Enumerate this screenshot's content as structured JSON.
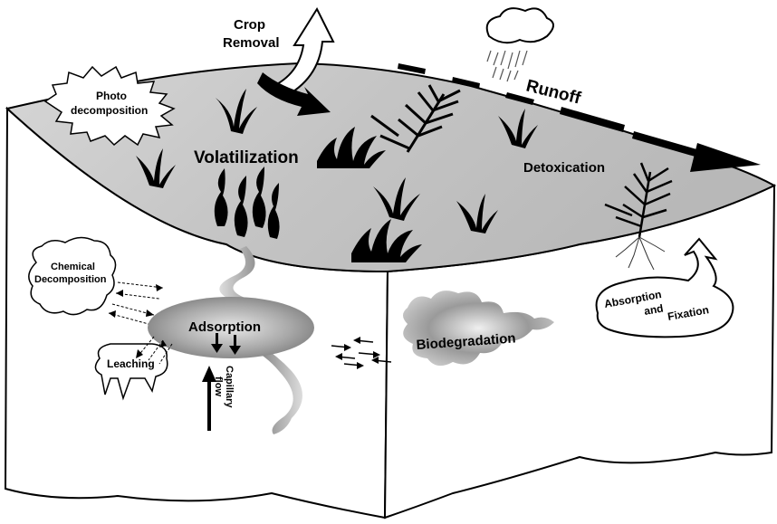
{
  "diagram": {
    "labels": {
      "crop_removal_line1": "Crop",
      "crop_removal_line2": "Removal",
      "runoff": "Runoff",
      "photo_line1": "Photo",
      "photo_line2": "decomposition",
      "volatilization": "Volatilization",
      "detoxication": "Detoxication",
      "chemical_line1": "Chemical",
      "chemical_line2": "Decomposition",
      "adsorption": "Adsorption",
      "leaching": "Leaching",
      "capillary_line1": "Capillary",
      "capillary_line2": "flow",
      "biodegradation": "Biodegradation",
      "absorption_line1": "Absorption",
      "absorption_line2": "and",
      "absorption_line3": "Fixation"
    },
    "icons": [
      "cloud-icon",
      "rain-icon",
      "grass-tuft-icon",
      "plant-icon",
      "root-icon",
      "vapor-icon",
      "arrow-icon"
    ],
    "colors": {
      "surface_fill": "#c8c8c8",
      "soil_fill": "#ffffff",
      "outline": "#000000",
      "plume": "#9a9a9a"
    }
  }
}
